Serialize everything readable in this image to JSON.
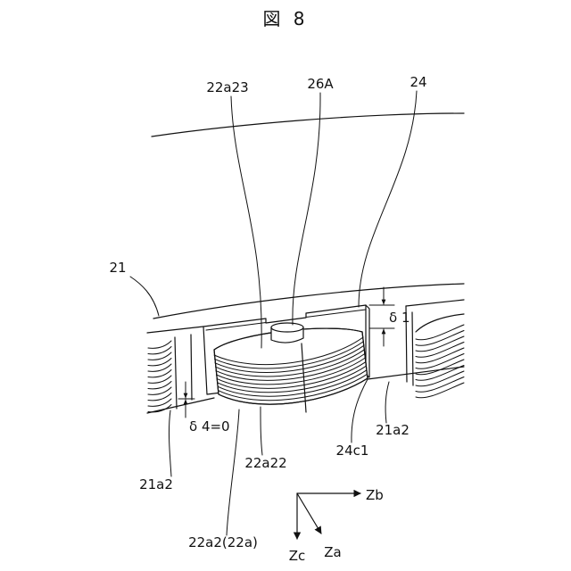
{
  "figure": {
    "title": "図 8"
  },
  "labels": {
    "coil_upper": "22a23",
    "pin": "26A",
    "insulator": "24",
    "ring": "21",
    "gap_top": "δ 1",
    "gap_bottom": "δ 4=0",
    "ring_tooth_left": "21a2",
    "coil_lower": "22a22",
    "insulator_edge": "24c1",
    "ring_tooth_right": "21a2",
    "coil": "22a2(22a)"
  },
  "axes": {
    "b": "Zb",
    "c": "Zc",
    "a": "Za"
  }
}
